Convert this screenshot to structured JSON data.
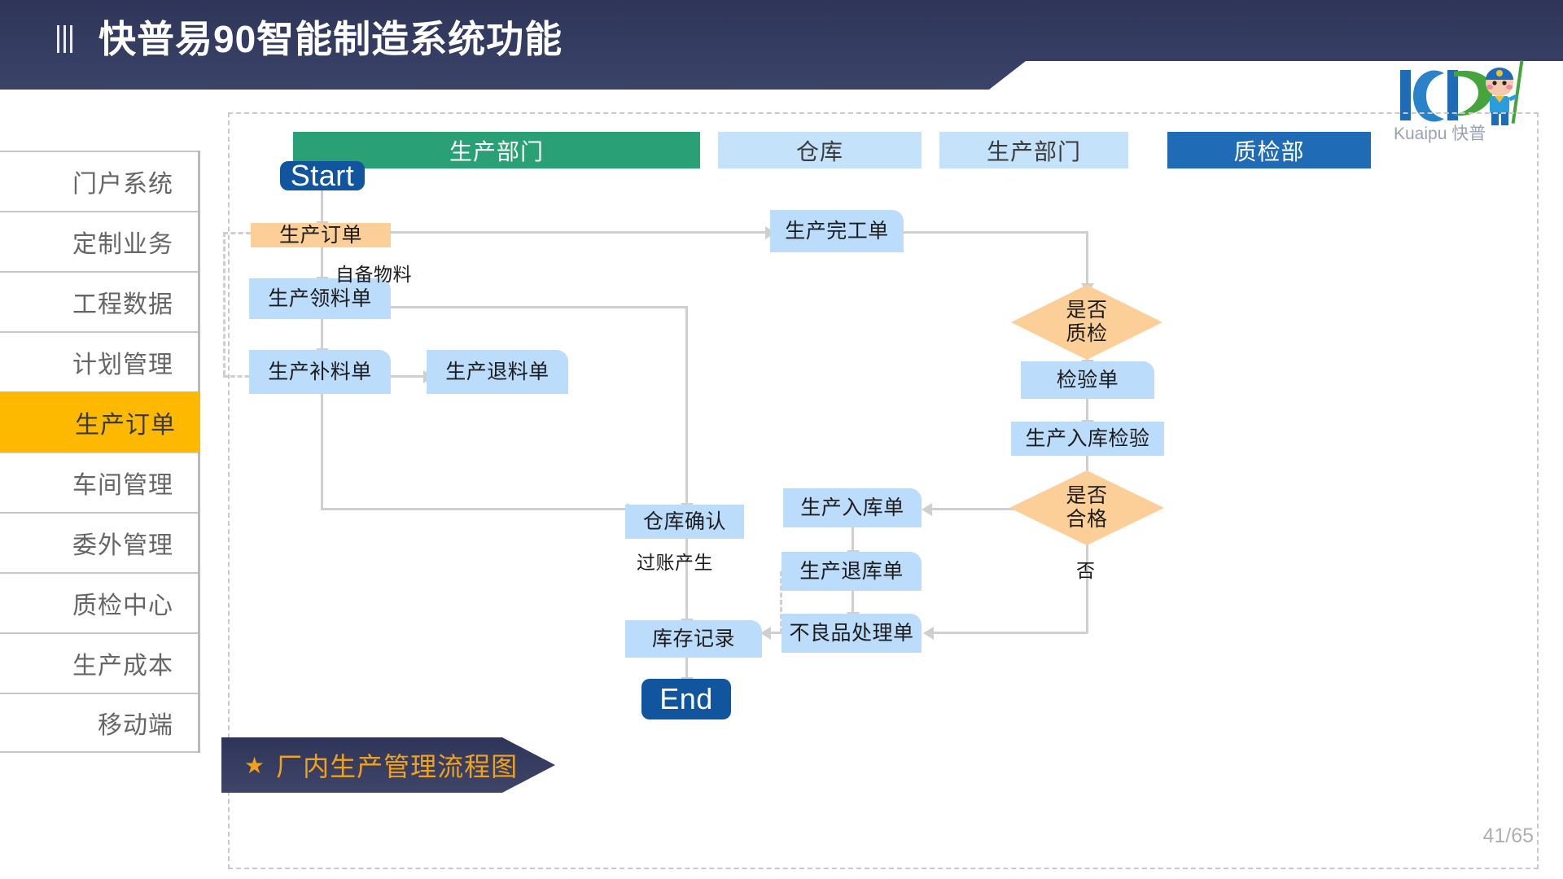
{
  "header": {
    "title": "快普易90智能制造系统功能",
    "menu_icon": "hamburger-lines-icon"
  },
  "brand": {
    "name": "Kuaipu 快普",
    "latin": "Kuaipu",
    "cjk": "快普",
    "logo_icon": "kp-logo-icon",
    "mascot_icon": "mascot-icon",
    "colors": {
      "blue": "#1f6bb5",
      "green": "#45a53c"
    }
  },
  "sidebar": {
    "items": [
      {
        "label": "门户系统",
        "active": false
      },
      {
        "label": "定制业务",
        "active": false
      },
      {
        "label": "工程数据",
        "active": false
      },
      {
        "label": "计划管理",
        "active": false
      },
      {
        "label": "生产订单",
        "active": true
      },
      {
        "label": "车间管理",
        "active": false
      },
      {
        "label": "委外管理",
        "active": false
      },
      {
        "label": "质检中心",
        "active": false
      },
      {
        "label": "生产成本",
        "active": false
      },
      {
        "label": "移动端",
        "active": false
      }
    ],
    "active_color": "#fcb900"
  },
  "banner": {
    "star": "★",
    "label": "厂内生产管理流程图"
  },
  "page_number": "41/65",
  "chart_data": {
    "type": "diagram",
    "title": "厂内生产管理流程图",
    "lanes": [
      {
        "label": "生产部门",
        "style": "green"
      },
      {
        "label": "仓库",
        "style": "light"
      },
      {
        "label": "生产部门",
        "style": "light"
      },
      {
        "label": "质检部",
        "style": "dark"
      }
    ],
    "nodes": [
      {
        "id": "start",
        "label": "Start",
        "shape": "rounded",
        "color": "#11559f"
      },
      {
        "id": "n1",
        "label": "生产订单",
        "shape": "rect",
        "color": "#fbcf97"
      },
      {
        "id": "n2",
        "label": "生产领料单",
        "shape": "note",
        "color": "#bcdcfb"
      },
      {
        "id": "n3",
        "label": "生产补料单",
        "shape": "note",
        "color": "#bcdcfb"
      },
      {
        "id": "n4",
        "label": "生产退料单",
        "shape": "note",
        "color": "#bcdcfb"
      },
      {
        "id": "n5",
        "label": "生产完工单",
        "shape": "note",
        "color": "#bcdcfb"
      },
      {
        "id": "d1",
        "label": "是否\n质检",
        "shape": "diamond",
        "color": "#fbcf97"
      },
      {
        "id": "n6",
        "label": "检验单",
        "shape": "note",
        "color": "#bcdcfb"
      },
      {
        "id": "n7",
        "label": "生产入库检验",
        "shape": "rect",
        "color": "#bcdcfb"
      },
      {
        "id": "d2",
        "label": "是否\n合格",
        "shape": "diamond",
        "color": "#fbcf97"
      },
      {
        "id": "n8",
        "label": "生产入库单",
        "shape": "note",
        "color": "#bcdcfb"
      },
      {
        "id": "n9",
        "label": "生产退库单",
        "shape": "note",
        "color": "#bcdcfb"
      },
      {
        "id": "n10",
        "label": "不良品处理单",
        "shape": "note",
        "color": "#bcdcfb"
      },
      {
        "id": "n11",
        "label": "仓库确认",
        "shape": "rect",
        "color": "#bcdcfb"
      },
      {
        "id": "n12",
        "label": "库存记录",
        "shape": "note",
        "color": "#bcdcfb"
      },
      {
        "id": "end",
        "label": "End",
        "shape": "rounded",
        "color": "#11559f"
      }
    ],
    "edge_labels": [
      {
        "id": "e1",
        "label": "自备物料"
      },
      {
        "id": "e2",
        "label": "过账产生"
      },
      {
        "id": "e3",
        "label": "否"
      }
    ],
    "edges": [
      {
        "from": "start",
        "to": "n1",
        "style": "solid"
      },
      {
        "from": "n1",
        "to": "n2",
        "style": "solid",
        "label": "自备物料"
      },
      {
        "from": "n1",
        "to": "n5",
        "style": "solid"
      },
      {
        "from": "n2",
        "to": "n3",
        "style": "solid"
      },
      {
        "from": "n2",
        "to": "n11",
        "style": "solid"
      },
      {
        "from": "n3",
        "to": "n4",
        "style": "solid"
      },
      {
        "from": "n3",
        "to": "n11",
        "style": "solid"
      },
      {
        "from": "n1",
        "to": "n3",
        "style": "dashed"
      },
      {
        "from": "n5",
        "to": "d1",
        "style": "solid"
      },
      {
        "from": "d1",
        "to": "n6",
        "style": "solid"
      },
      {
        "from": "n6",
        "to": "n7",
        "style": "solid"
      },
      {
        "from": "n7",
        "to": "d2",
        "style": "solid"
      },
      {
        "from": "d2",
        "to": "n8",
        "style": "solid"
      },
      {
        "from": "d2",
        "to": "n10",
        "style": "solid",
        "label": "否"
      },
      {
        "from": "n8",
        "to": "n9",
        "style": "solid"
      },
      {
        "from": "n9",
        "to": "n10",
        "style": "solid"
      },
      {
        "from": "n10",
        "to": "n12",
        "style": "solid"
      },
      {
        "from": "n10",
        "to": "n9",
        "style": "dashed"
      },
      {
        "from": "n11",
        "to": "n12",
        "style": "solid",
        "label": "过账产生"
      },
      {
        "from": "n12",
        "to": "end",
        "style": "solid"
      }
    ]
  }
}
